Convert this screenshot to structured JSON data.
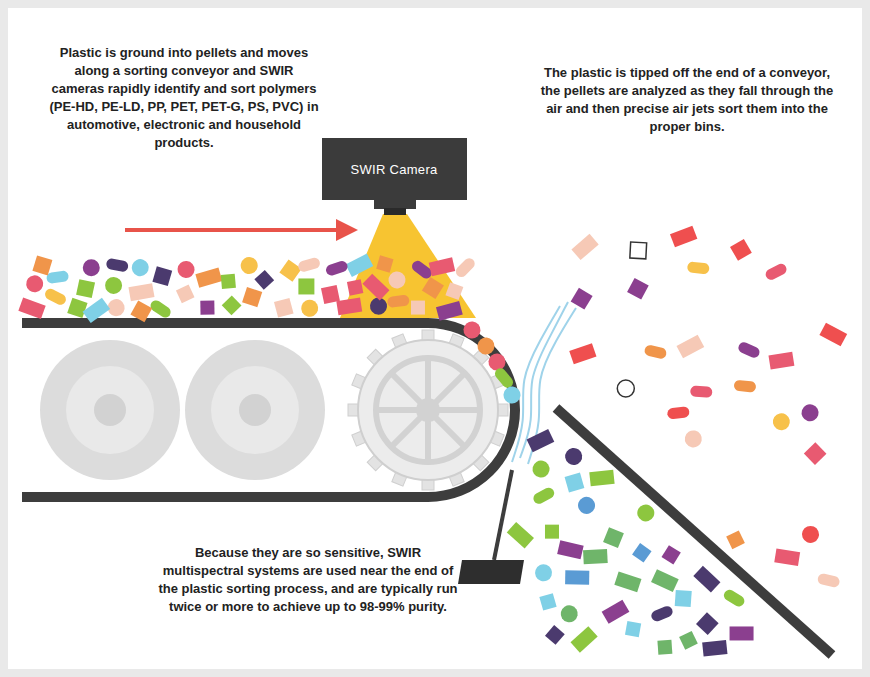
{
  "diagram": {
    "nodes": [
      {
        "text": [
          "SWIR Camera"
        ]
      }
    ],
    "labels": [
      "Plastic is ground into pellets and moves along a sorting conveyor and SWIR cameras rapidly identify and sort polymers (PE-HD, PE-LD, PP, PET, PET-G, PS, PVC) in automotive, electronic and household products.",
      "The plastic is tipped off the end of a conveyor, the pellets are analyzed as they fall through the air and then precise air jets sort them into the proper bins.",
      "Because they are so sensitive, SWIR multispectral systems are used near the end of the plastic sorting process, and are typically run twice or more to achieve up to 98-99% purity."
    ]
  }
}
